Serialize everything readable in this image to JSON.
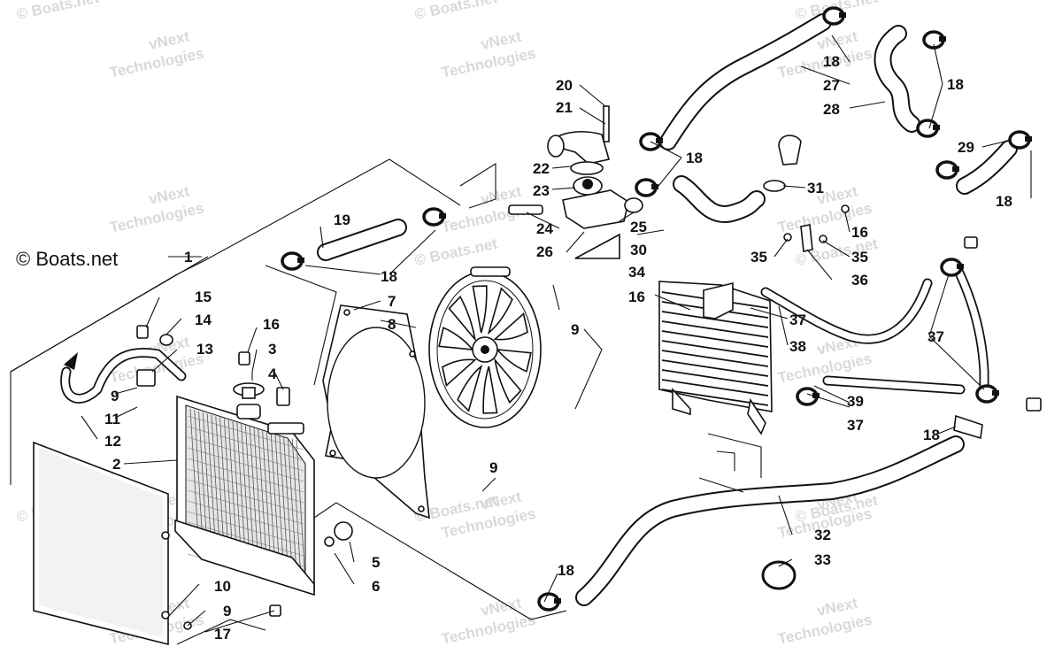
{
  "copyright": "© Boats.net",
  "watermarks": {
    "vnext": [
      "vNext",
      "Technologies"
    ],
    "boats": "© Boats.net"
  },
  "callouts": [
    "1",
    "2",
    "3",
    "4",
    "5",
    "6",
    "7",
    "8",
    "9",
    "9",
    "9",
    "9",
    "10",
    "11",
    "12",
    "13",
    "14",
    "15",
    "16",
    "16",
    "16",
    "17",
    "18",
    "18",
    "18",
    "18",
    "18",
    "18",
    "18",
    "18",
    "19",
    "20",
    "21",
    "22",
    "23",
    "24",
    "25",
    "26",
    "27",
    "28",
    "29",
    "30",
    "31",
    "32",
    "33",
    "34",
    "35",
    "35",
    "36",
    "37",
    "37",
    "37",
    "38",
    "39"
  ],
  "colors": {
    "line": "#111111",
    "watermark": "#d9d9d9",
    "background": "#ffffff"
  }
}
